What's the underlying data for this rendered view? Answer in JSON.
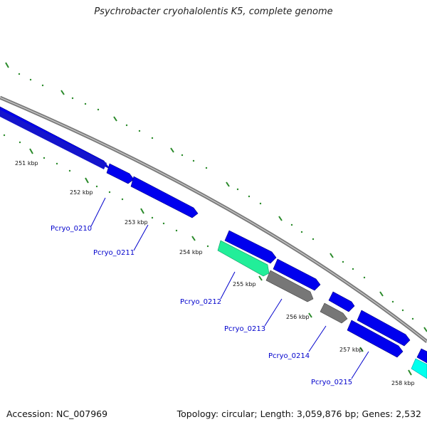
{
  "title": "Psychrobacter cryohalolentis K5, complete genome",
  "ticks": [
    "251 kbp",
    "252 kbp",
    "253 kbp",
    "254 kbp",
    "255 kbp",
    "256 kbp",
    "257 kbp",
    "258 kbp"
  ],
  "genes": [
    "Pcryo_0210",
    "Pcryo_0211",
    "Pcryo_0212",
    "Pcryo_0213",
    "Pcryo_0214",
    "Pcryo_0215"
  ],
  "footer": {
    "accession": "Accession: NC_007969",
    "topology": "Topology: circular; Length: 3,059,876 bp; Genes: 2,532"
  },
  "colors": {
    "gene_default": "#0000ee",
    "gene_highlight_green": "#22ee99",
    "gene_gray": "#777777",
    "gene_cyan": "#00ffee",
    "tick_green": "#2a8a2a",
    "label_blue": "#0000cc"
  }
}
